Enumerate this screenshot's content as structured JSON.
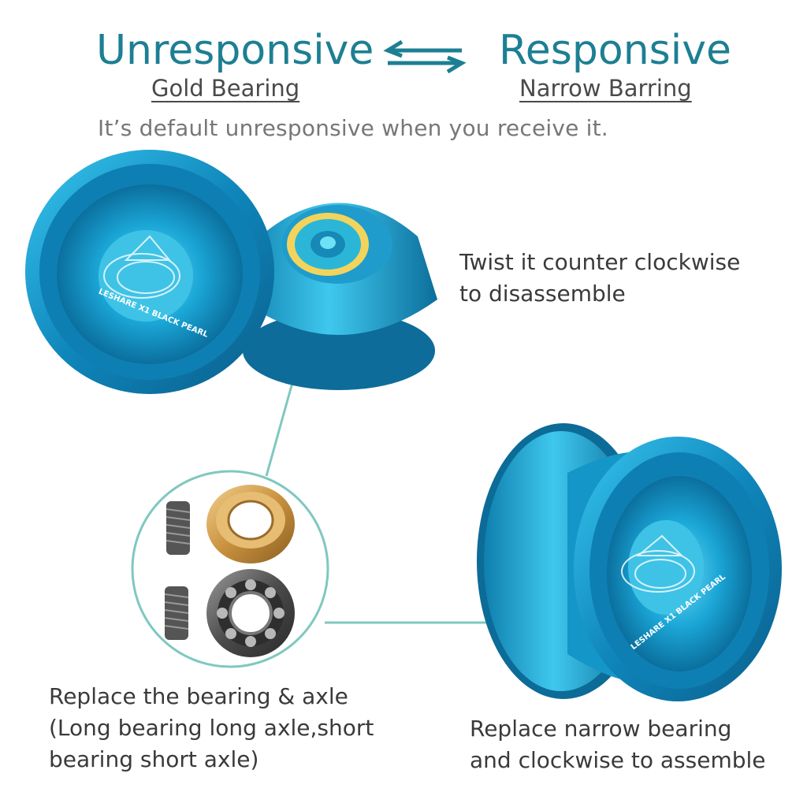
{
  "header": {
    "left_title": "Unresponsive",
    "right_title": "Responsive",
    "left_subtitle": "Gold Bearing",
    "right_subtitle": "Narrow Barring",
    "note": "It’s default unresponsive when you receive it."
  },
  "captions": {
    "disassemble": [
      "Twist it counter clockwise",
      "to disassemble"
    ],
    "replace_bearing": [
      "Replace the bearing & axle",
      "(Long bearing long axle,short",
      "bearing short axle)"
    ],
    "assemble": [
      "Replace narrow bearing",
      "and clockwise to assemble"
    ]
  },
  "product_engraving": "LESHARE X1 BLACK PEARL",
  "colors": {
    "accent": "#1d7f93",
    "yoyo_blue": "#1a9fd0",
    "connector_line": "#7fc8c0",
    "bearing_gold": "#d7a95a",
    "bearing_steel": "#5a5a5a"
  },
  "icons": [
    "exchange-arrows-icon"
  ]
}
